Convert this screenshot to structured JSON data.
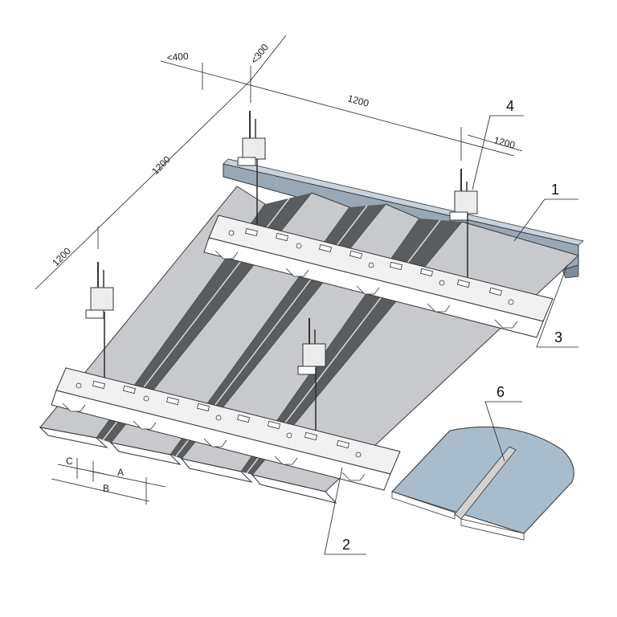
{
  "dimensions": {
    "lt400": "<400",
    "lt300": "<300",
    "d1200_top": "1200",
    "d1200_right": "1200",
    "d1200_diag": "1200",
    "d1200_left": "1200",
    "dim_c": "C",
    "dim_a": "A",
    "dim_b": "B"
  },
  "callouts": {
    "c1": "1",
    "c2": "2",
    "c3": "3",
    "c4": "4",
    "c6": "6"
  },
  "colors": {
    "panel": "#c7c9cc",
    "panel_edge": "#3a3a3a",
    "slot": "#5a5d60",
    "carrier": "#f1f1f1",
    "angle": "#9aa7b4",
    "sample": "#a9bccb"
  }
}
